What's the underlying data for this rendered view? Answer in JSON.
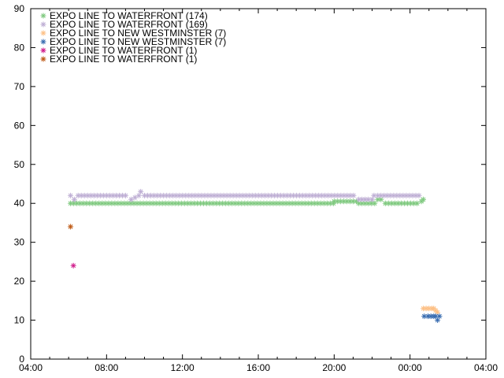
{
  "chart_data": {
    "type": "scatter",
    "title": "",
    "xlabel": "",
    "ylabel": "",
    "x_unit": "time of day (hours; values past 24 are after midnight)",
    "xlim": [
      4,
      28
    ],
    "ylim": [
      0,
      90
    ],
    "x_ticks": [
      {
        "value": 4,
        "label": "04:00"
      },
      {
        "value": 8,
        "label": "08:00"
      },
      {
        "value": 12,
        "label": "12:00"
      },
      {
        "value": 16,
        "label": "16:00"
      },
      {
        "value": 20,
        "label": "20:00"
      },
      {
        "value": 24,
        "label": "00:00"
      },
      {
        "value": 28,
        "label": "04:00"
      }
    ],
    "y_ticks": [
      0,
      10,
      20,
      30,
      40,
      50,
      60,
      70,
      80,
      90
    ],
    "grid": false,
    "legend_position": "top-left",
    "marker": "asterisk",
    "series": [
      {
        "name": "EXPO LINE TO WATERFRONT (174)",
        "color": "#7fc97f",
        "segments": [
          {
            "from": 6.1,
            "to": 20.0,
            "step": 0.167,
            "y": 40
          },
          {
            "from": 20.0,
            "to": 21.2,
            "step": 0.167,
            "y": 40.5
          },
          {
            "from": 21.3,
            "to": 22.2,
            "step": 0.167,
            "y": 40
          },
          {
            "from": 22.3,
            "to": 22.6,
            "step": 0.167,
            "y": 41
          },
          {
            "from": 22.7,
            "to": 24.5,
            "step": 0.167,
            "y": 40
          }
        ],
        "points": [
          [
            24.6,
            40.5
          ],
          [
            24.7,
            41
          ]
        ]
      },
      {
        "name": "EXPO LINE TO WATERFRONT (169)",
        "color": "#beaed4",
        "segments": [
          {
            "from": 6.5,
            "to": 9.1,
            "step": 0.167,
            "y": 42
          },
          {
            "from": 10.0,
            "to": 21.1,
            "step": 0.167,
            "y": 42
          },
          {
            "from": 21.3,
            "to": 21.9,
            "step": 0.167,
            "y": 41
          },
          {
            "from": 22.3,
            "to": 24.6,
            "step": 0.167,
            "y": 42
          }
        ],
        "points": [
          [
            6.1,
            42
          ],
          [
            6.3,
            41
          ],
          [
            9.3,
            41
          ],
          [
            9.5,
            41.5
          ],
          [
            9.7,
            42
          ],
          [
            9.8,
            43
          ],
          [
            22.0,
            41
          ],
          [
            22.1,
            42
          ]
        ]
      },
      {
        "name": "EXPO LINE TO NEW WESTMINSTER (7)",
        "color": "#fdc086",
        "segments": [],
        "points": [
          [
            24.7,
            13
          ],
          [
            24.85,
            13
          ],
          [
            25.0,
            13
          ],
          [
            25.15,
            13
          ],
          [
            25.25,
            13
          ],
          [
            25.35,
            12.5
          ],
          [
            25.45,
            12
          ]
        ]
      },
      {
        "name": "EXPO LINE TO NEW WESTMINSTER (7)",
        "color": "#386cb0",
        "segments": [],
        "points": [
          [
            24.75,
            11
          ],
          [
            24.95,
            11
          ],
          [
            25.1,
            11
          ],
          [
            25.25,
            11
          ],
          [
            25.35,
            11
          ],
          [
            25.45,
            10
          ],
          [
            25.55,
            11
          ]
        ]
      },
      {
        "name": "EXPO LINE TO WATERFRONT (1)",
        "color": "#d01c8b",
        "segments": [],
        "points": [
          [
            6.25,
            24
          ]
        ]
      },
      {
        "name": "EXPO LINE TO WATERFRONT (1)",
        "color": "#bf5b17",
        "segments": [],
        "points": [
          [
            6.1,
            34
          ]
        ]
      }
    ]
  }
}
